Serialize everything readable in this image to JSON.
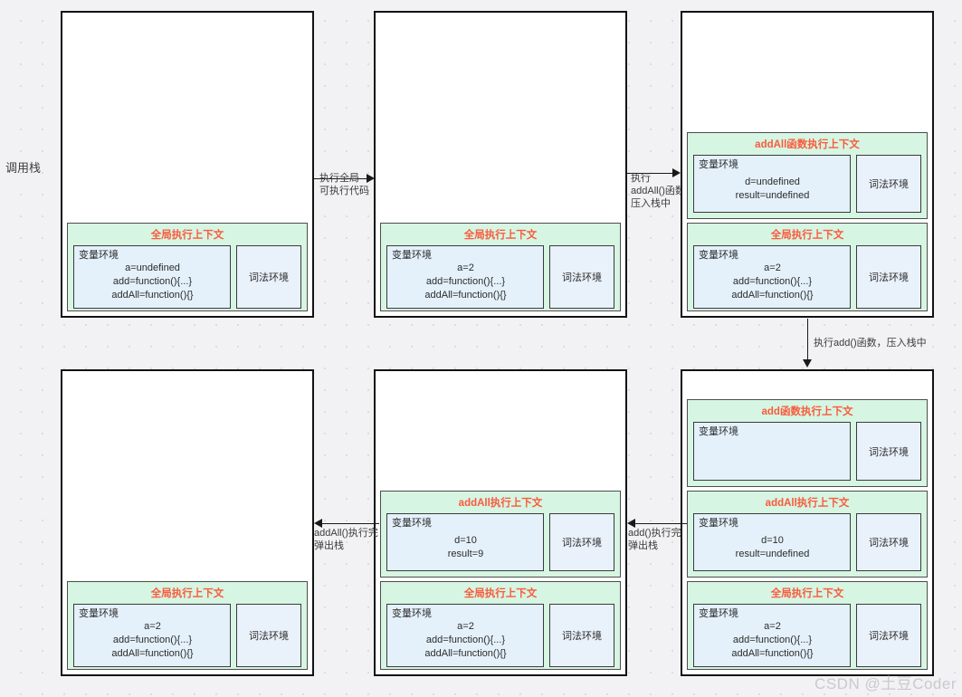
{
  "diagram": {
    "stack_label": "调用栈",
    "watermark": "CSDN @土豆Coder",
    "labels": {
      "var_env": "变量环境",
      "lex_env": "词法环境"
    },
    "titles": {
      "global": "全局执行上下文",
      "addall_fn": "addAll函数执行上下文",
      "addall": "addAll执行上下文",
      "add_fn": "add函数执行上下文"
    },
    "vars": {
      "global_initial": [
        "a=undefined",
        "add=function(){...}",
        "addAll=function(){}"
      ],
      "global_after": [
        "a=2",
        "add=function(){...}",
        "addAll=function(){}"
      ],
      "addall_initial": [
        "d=undefined",
        "result=undefined"
      ],
      "addall_mid": [
        "d=10",
        "result=undefined"
      ],
      "addall_done": [
        "d=10",
        "result=9"
      ],
      "add_empty": []
    },
    "arrows": {
      "a1": [
        "执行全局",
        "可执行代码"
      ],
      "a2": [
        "执行",
        "addAll()函数",
        "压入栈中"
      ],
      "a3": [
        "执行add()函数，压入栈中"
      ],
      "a4": [
        "add()执行完",
        "弹出栈"
      ],
      "a5": [
        "addAll()执行完",
        "弹出栈"
      ]
    },
    "colors": {
      "context_fill": "#d6f5e2",
      "env_fill": "#e4f1fb",
      "title_color": "#fa5a3c",
      "border": "#121212",
      "background": "#f2f2f4"
    }
  }
}
